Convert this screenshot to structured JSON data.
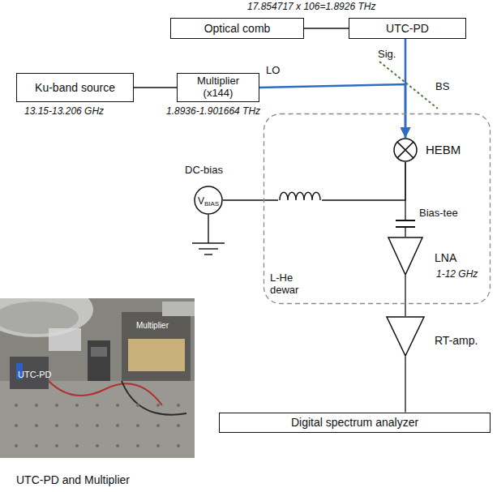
{
  "diagram": {
    "nodes": [
      {
        "text": [
          "Optical comb"
        ]
      },
      {
        "text": [
          "UTC-PD"
        ]
      },
      {
        "text": [
          "Ku-band source"
        ]
      },
      {
        "text": [
          "Multiplier (x144)"
        ]
      },
      {
        "text": [
          "L-He dewar"
        ]
      },
      {
        "text": [
          "HEBM"
        ],
        "in": 4
      },
      {
        "text": [
          "V",
          "BIAS"
        ]
      },
      {
        "text": [
          "LNA",
          "1-12 GHz"
        ],
        "in": 4
      },
      {
        "text": [
          "RT-amp."
        ]
      },
      {
        "text": [
          "Digital spectrum analyzer"
        ]
      }
    ],
    "edges": [
      {
        "from": 0,
        "to": 1,
        "arrow": "none"
      },
      {
        "from": 2,
        "to": 3,
        "arrow": "none"
      },
      {
        "from": 1,
        "to": 5,
        "label": "Sig.",
        "arrow": "to"
      },
      {
        "from": 3,
        "to": 5,
        "label": "LO",
        "arrow": "to"
      },
      {
        "from": 6,
        "to": 5,
        "arrow": "none"
      },
      {
        "from": 5,
        "to": 7,
        "arrow": "none"
      },
      {
        "from": 7,
        "to": 8,
        "arrow": "none"
      },
      {
        "from": 8,
        "to": 9,
        "arrow": "none"
      }
    ],
    "labels": [
      "17.854717 x 106=1.8926 THz",
      "13.15-13.206 GHz",
      "1.8936-1.901664 THz",
      "BS",
      "DC-bias",
      "Bias-tee",
      "UTC-PD",
      "Multiplier",
      "UTC-PD and Multiplier"
    ]
  }
}
